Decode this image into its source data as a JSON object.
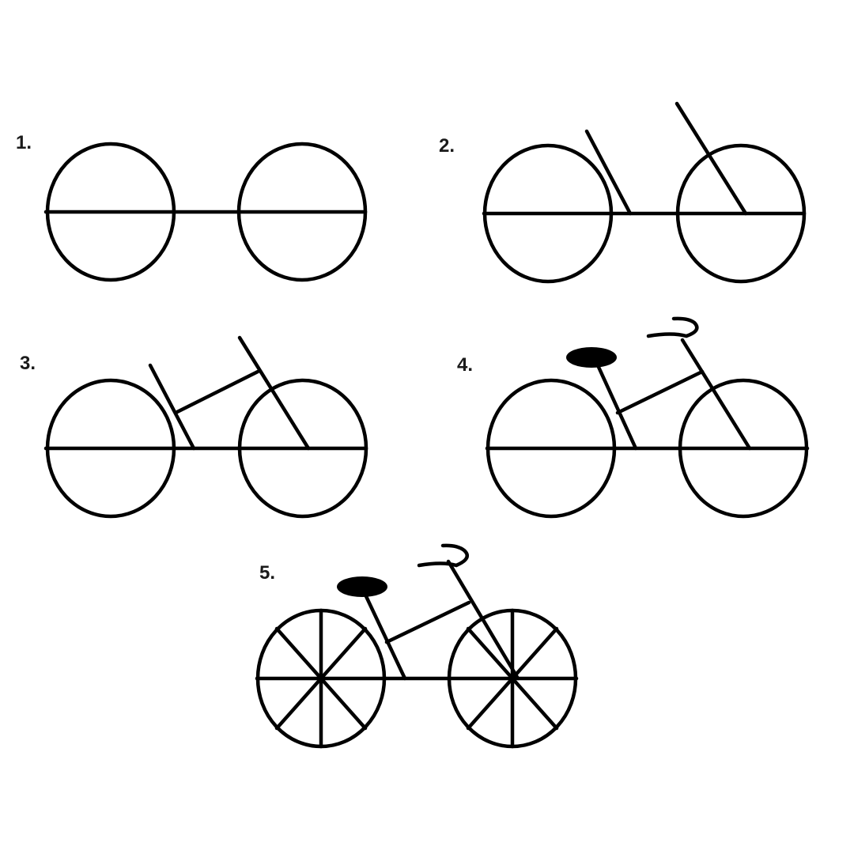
{
  "steps": [
    {
      "label": "1."
    },
    {
      "label": "2."
    },
    {
      "label": "3."
    },
    {
      "label": "4."
    },
    {
      "label": "5."
    }
  ],
  "colors": {
    "ink": "#000000",
    "background": "#ffffff"
  }
}
